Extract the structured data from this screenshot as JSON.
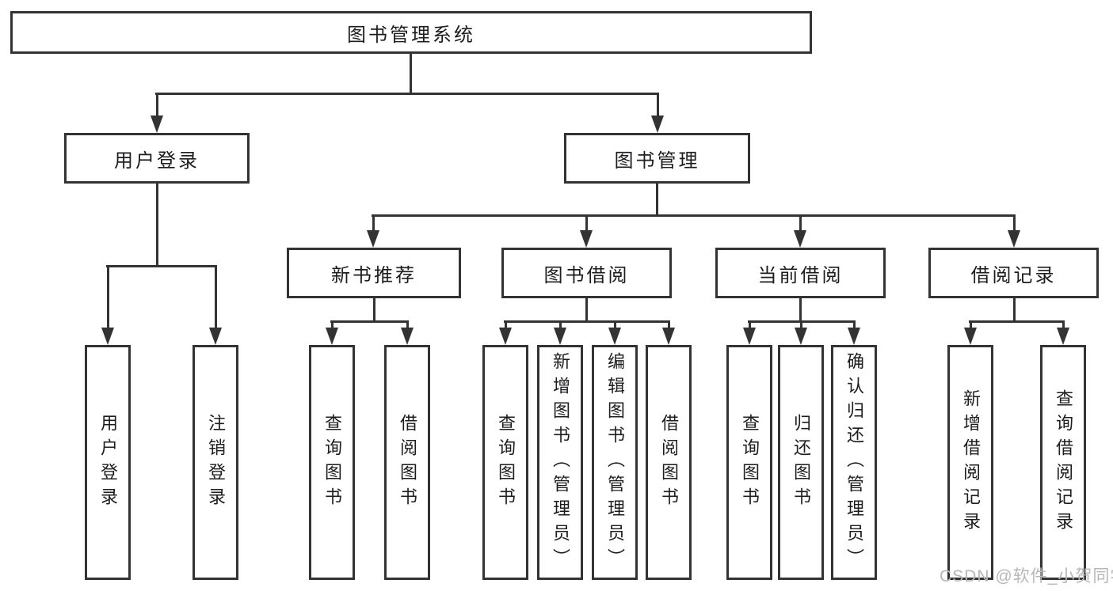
{
  "diagram": {
    "root": {
      "label": "图书管理系统"
    },
    "level2": [
      {
        "label": "用户登录"
      },
      {
        "label": "图书管理"
      }
    ],
    "level3": [
      {
        "label": "新书推荐"
      },
      {
        "label": "图书借阅"
      },
      {
        "label": "当前借阅"
      },
      {
        "label": "借阅记录"
      }
    ],
    "leaves": [
      {
        "group": "用户登录",
        "label": "用户登录"
      },
      {
        "group": "用户登录",
        "label": "注销登录"
      },
      {
        "group": "新书推荐",
        "label": "查询图书"
      },
      {
        "group": "新书推荐",
        "label": "借阅图书"
      },
      {
        "group": "图书借阅",
        "label": "查询图书"
      },
      {
        "group": "图书借阅",
        "label": "新增图书（管理员）"
      },
      {
        "group": "图书借阅",
        "label": "编辑图书（管理员）"
      },
      {
        "group": "图书借阅",
        "label": "借阅图书"
      },
      {
        "group": "当前借阅",
        "label": "查询图书"
      },
      {
        "group": "当前借阅",
        "label": "归还图书"
      },
      {
        "group": "当前借阅",
        "label": "确认归还（管理员）"
      },
      {
        "group": "借阅记录",
        "label": "新增借阅记录"
      },
      {
        "group": "借阅记录",
        "label": "查询借阅记录"
      }
    ],
    "watermark": "CSDN @软件_小贺同学",
    "colors": {
      "line": "#333333",
      "watermark": "#b7b7b7"
    }
  }
}
